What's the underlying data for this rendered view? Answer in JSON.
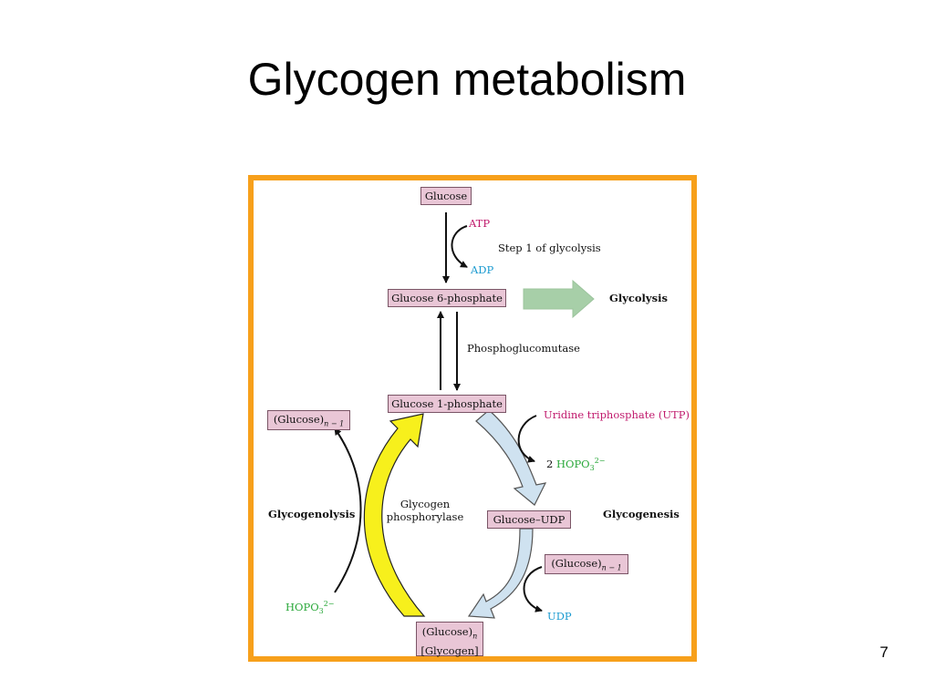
{
  "slide": {
    "title": "Glycogen metabolism",
    "page_number": "7"
  },
  "diagram": {
    "boxes": {
      "glucose": "Glucose",
      "g6p": "Glucose 6-phosphate",
      "g1p": "Glucose 1-phosphate",
      "glucose_n_minus_1_left": "(Glucose)",
      "glucose_n_minus_1_left_sub": "n − 1",
      "glucose_udp": "Glucose–UDP",
      "glucose_n_minus_1_right": "(Glucose)",
      "glucose_n_minus_1_right_sub": "n − 1",
      "glycogen_line1": "(Glucose)",
      "glycogen_line1_sub": "n",
      "glycogen_line2": "[Glycogen]"
    },
    "labels": {
      "atp": "ATP",
      "adp": "ADP",
      "step1": "Step 1 of glycolysis",
      "glycolysis": "Glycolysis",
      "phosphoglucomutase": "Phosphoglucomutase",
      "utp": "Uridine triphosphate (UTP)",
      "pi_right_coef": "2 ",
      "pi_right": "HOPO",
      "pi_right_sub": "3",
      "pi_right_sup": "2−",
      "glycogenolysis": "Glycogenolysis",
      "glycogen_phosphorylase_line1": "Glycogen",
      "glycogen_phosphorylase_line2": "phosphorylase",
      "glycogenesis": "Glycogenesis",
      "pi_left": "HOPO",
      "pi_left_sub": "3",
      "pi_left_sup": "2−",
      "udp": "UDP"
    },
    "colors": {
      "frame": "#f7a01b",
      "box_fill": "#e9c6d6",
      "atp": "#c0196c",
      "adp": "#1a9ad0",
      "phosphate": "#2aa83a",
      "glycolysis_arrow": "#a7cfa8",
      "phosphorylase_arrow": "#f7f01c",
      "glycogenesis_arrow": "#cfe2f0"
    }
  }
}
